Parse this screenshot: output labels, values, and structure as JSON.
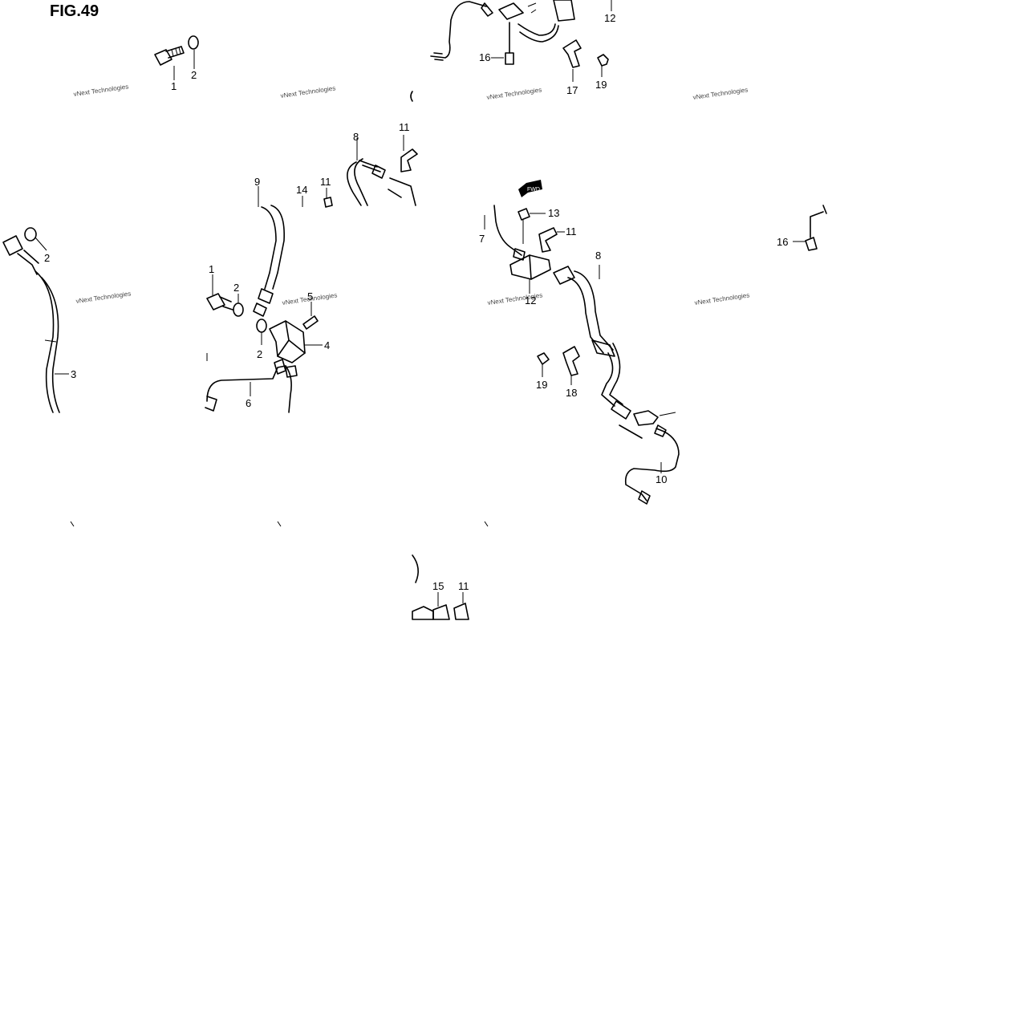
{
  "figure": {
    "title": "FIG.49",
    "watermark": "vNext Technologies",
    "fwd_label": "FWD",
    "callouts": {
      "c1a": "1",
      "c2a": "2",
      "c16a": "16",
      "c17": "17",
      "c19a": "19",
      "c12a": "12",
      "c8a": "8",
      "c11a": "11",
      "c9": "9",
      "c14": "14",
      "c11b": "11",
      "c2b": "2",
      "c3": "3",
      "c1b": "1",
      "c2c": "2",
      "c2d": "2",
      "c5": "5",
      "c4": "4",
      "c6": "6",
      "c13": "13",
      "c7": "7",
      "c11c": "11",
      "c8b": "8",
      "c12b": "12",
      "c19b": "19",
      "c18": "18",
      "c10": "10",
      "c16b": "16",
      "c15": "15",
      "c11d": "11"
    }
  }
}
